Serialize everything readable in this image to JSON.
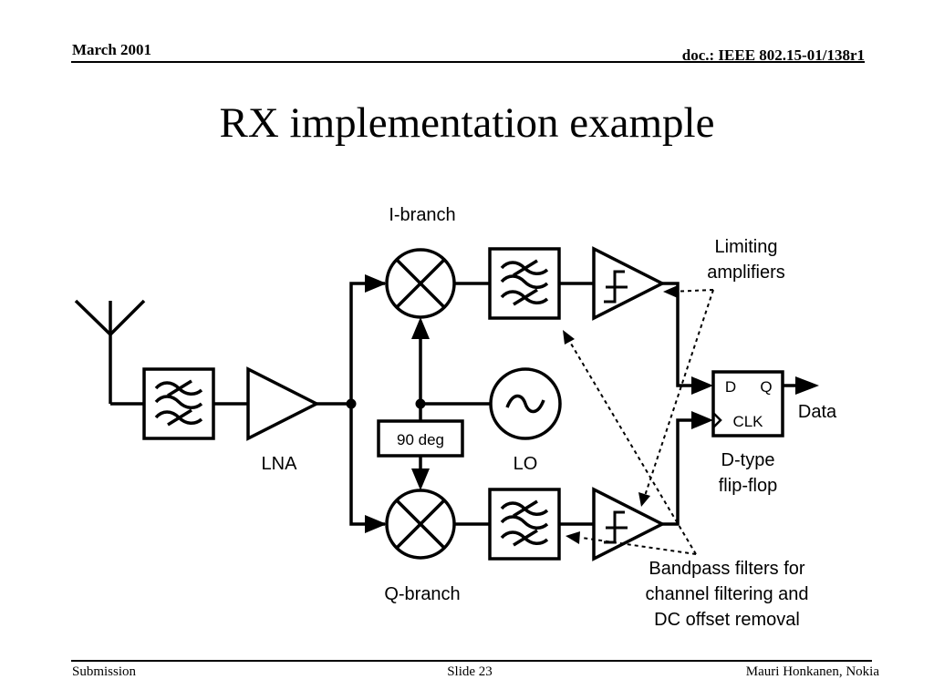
{
  "header": {
    "date": "March 2001",
    "doc_id": "doc.: IEEE 802.15-01/138r1"
  },
  "title": "RX implementation example",
  "diagram": {
    "labels": {
      "i_branch": "I-branch",
      "q_branch": "Q-branch",
      "lna": "LNA",
      "lo": "LO",
      "phase_shift": "90 deg",
      "limiting_line1": "Limiting",
      "limiting_line2": "amplifiers",
      "ff_d": "D",
      "ff_q": "Q",
      "ff_clk": "CLK",
      "data": "Data",
      "ff_line1": "D-type",
      "ff_line2": "flip-flop",
      "bpf_line1": "Bandpass filters for",
      "bpf_line2": "channel filtering and",
      "bpf_line3": "DC offset removal"
    },
    "components": [
      "antenna",
      "input-bandpass-filter",
      "lna",
      "i-mixer",
      "q-mixer",
      "local-oscillator",
      "90-degree-phase-shifter",
      "i-bandpass-filter",
      "q-bandpass-filter",
      "i-limiting-amplifier",
      "q-limiting-amplifier",
      "d-type-flip-flop"
    ]
  },
  "footer": {
    "left": "Submission",
    "center": "Slide 23",
    "right": "Mauri Honkanen, Nokia"
  }
}
